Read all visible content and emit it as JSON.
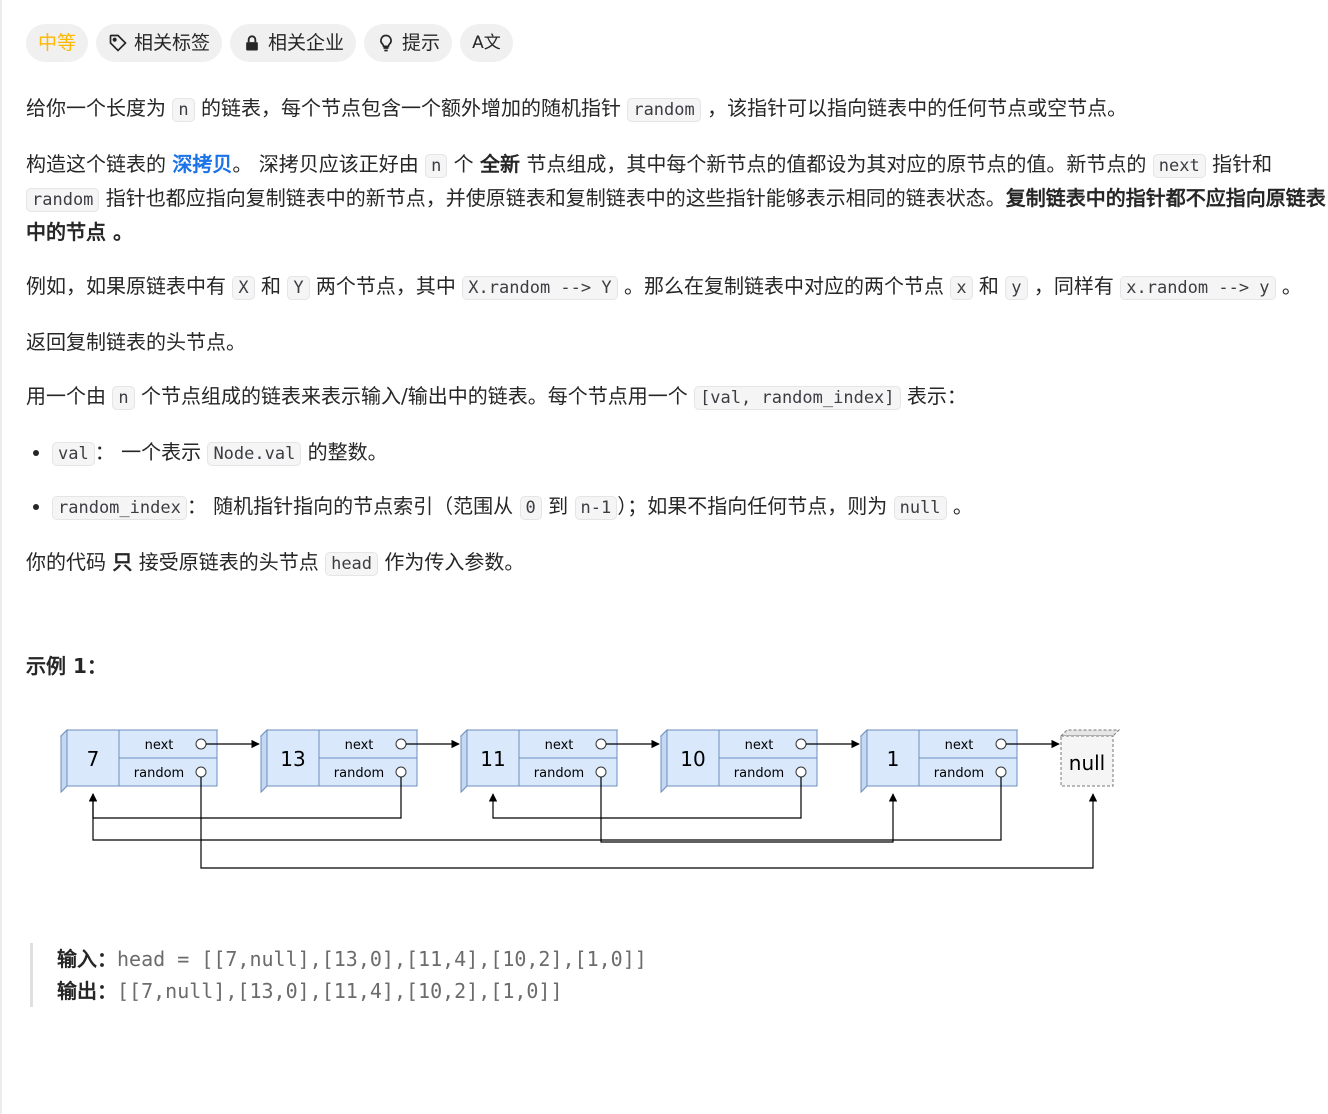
{
  "tags": [
    {
      "name": "difficulty",
      "label": "中等",
      "icon": ""
    },
    {
      "name": "related-tags",
      "label": "相关标签",
      "icon": "tag-icon"
    },
    {
      "name": "related-companies",
      "label": "相关企业",
      "icon": "lock-icon"
    },
    {
      "name": "hint",
      "label": "提示",
      "icon": "lightbulb-icon"
    },
    {
      "name": "translate",
      "label": "",
      "icon": "translate-icon"
    }
  ],
  "translate_glyph": "A文",
  "p1": {
    "a": "给你一个长度为 ",
    "code1": "n",
    "b": " 的链表，每个节点包含一个额外增加的随机指针 ",
    "code2": "random",
    "c": " ，该指针可以指向链表中的任何节点或空节点。"
  },
  "p2": {
    "a": "构造这个链表的 ",
    "strong1": "深拷贝",
    "b": "。 深拷贝应该正好由 ",
    "code1": "n",
    "c": " 个 ",
    "strong2": "全新",
    "d": " 节点组成，其中每个新节点的值都设为其对应的原节点的值。新节点的 ",
    "code2": "next",
    "e": " 指针和 ",
    "code3": "random",
    "f": " 指针也都应指向复制链表中的新节点，并使原链表和复制链表中的这些指针能够表示相同的链表状态。",
    "strong3": "复制链表中的指针都不应指向原链表中的节点 ",
    "g": "。"
  },
  "p3": {
    "a": "例如，如果原链表中有 ",
    "code1": "X",
    "b": " 和 ",
    "code2": "Y",
    "c": " 两个节点，其中 ",
    "code3": "X.random --> Y",
    "d": " 。那么在复制链表中对应的两个节点 ",
    "code4": "x",
    "e": " 和 ",
    "code5": "y",
    "f": " ，同样有 ",
    "code6": "x.random --> y",
    "g": " 。"
  },
  "p4": "返回复制链表的头节点。",
  "p5": {
    "a": "用一个由 ",
    "code1": "n",
    "b": " 个节点组成的链表来表示输入/输出中的链表。每个节点用一个 ",
    "code2": "[val, random_index]",
    "c": " 表示："
  },
  "li1": {
    "code1": "val",
    "a": "： 一个表示 ",
    "code2": "Node.val",
    "b": " 的整数。"
  },
  "li2": {
    "code1": "random_index",
    "a": "： 随机指针指向的节点索引（范围从 ",
    "code2": "0",
    "b": " 到 ",
    "code3": "n-1",
    "c": "）；如果不指向任何节点，则为  ",
    "code4": "null",
    "d": " 。"
  },
  "p6": {
    "a": "你的代码 ",
    "strong1": "只",
    "b": " 接受原链表的头节点 ",
    "code1": "head",
    "c": " 作为传入参数。"
  },
  "example_title": "示例 1：",
  "diagram": {
    "nodes": [
      "7",
      "13",
      "11",
      "10",
      "1"
    ],
    "next_label": "next",
    "random_label": "random",
    "null_label": "null",
    "random_index": [
      null,
      0,
      4,
      2,
      0
    ]
  },
  "io": {
    "input_label": "输入：",
    "input_value": "head = [[7,null],[13,0],[11,4],[10,2],[1,0]]",
    "output_label": "输出：",
    "output_value": "[[7,null],[13,0],[11,4],[10,2],[1,0]]"
  },
  "colors": {
    "difficulty": "#ffb800",
    "accent": "#1a73e8",
    "node_fill": "#dae8fc",
    "node_stroke": "#6c8ebf"
  }
}
